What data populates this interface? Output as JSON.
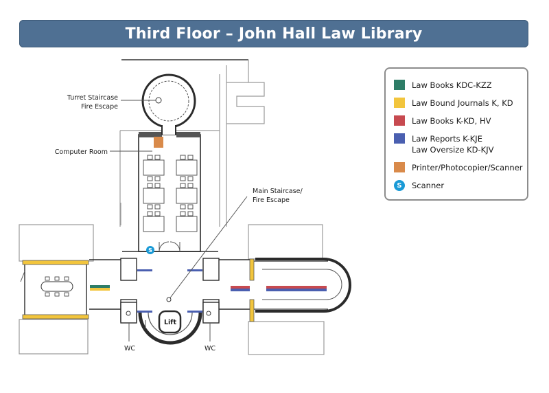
{
  "title": "Third Floor – John Hall Law Library",
  "legend": {
    "items": [
      {
        "label": "Law Books KDC-KZZ",
        "color": "#2e7d67"
      },
      {
        "label": "Law Bound Journals K, KD",
        "color": "#f2c53d"
      },
      {
        "label": "Law Books K-KD, HV",
        "color": "#c74a50"
      },
      {
        "label_line1": "Law Reports K-KJE",
        "label_line2": "Law Oversize KD-KJV",
        "color": "#4a5fb0"
      },
      {
        "label": "Printer/Photocopier/Scanner",
        "color": "#d98a4a"
      },
      {
        "label": "Scanner",
        "icon_letter": "S",
        "color": "#1a9ad6"
      }
    ]
  },
  "map_labels": {
    "turret_line1": "Turret Staircase",
    "turret_line2": "Fire Escape",
    "computer_room": "Computer Room",
    "main_stair_line1": "Main Staircase/",
    "main_stair_line2": "Fire Escape",
    "lift": "Lift",
    "wc_left": "WC",
    "wc_right": "WC",
    "scanner_letter": "S"
  }
}
